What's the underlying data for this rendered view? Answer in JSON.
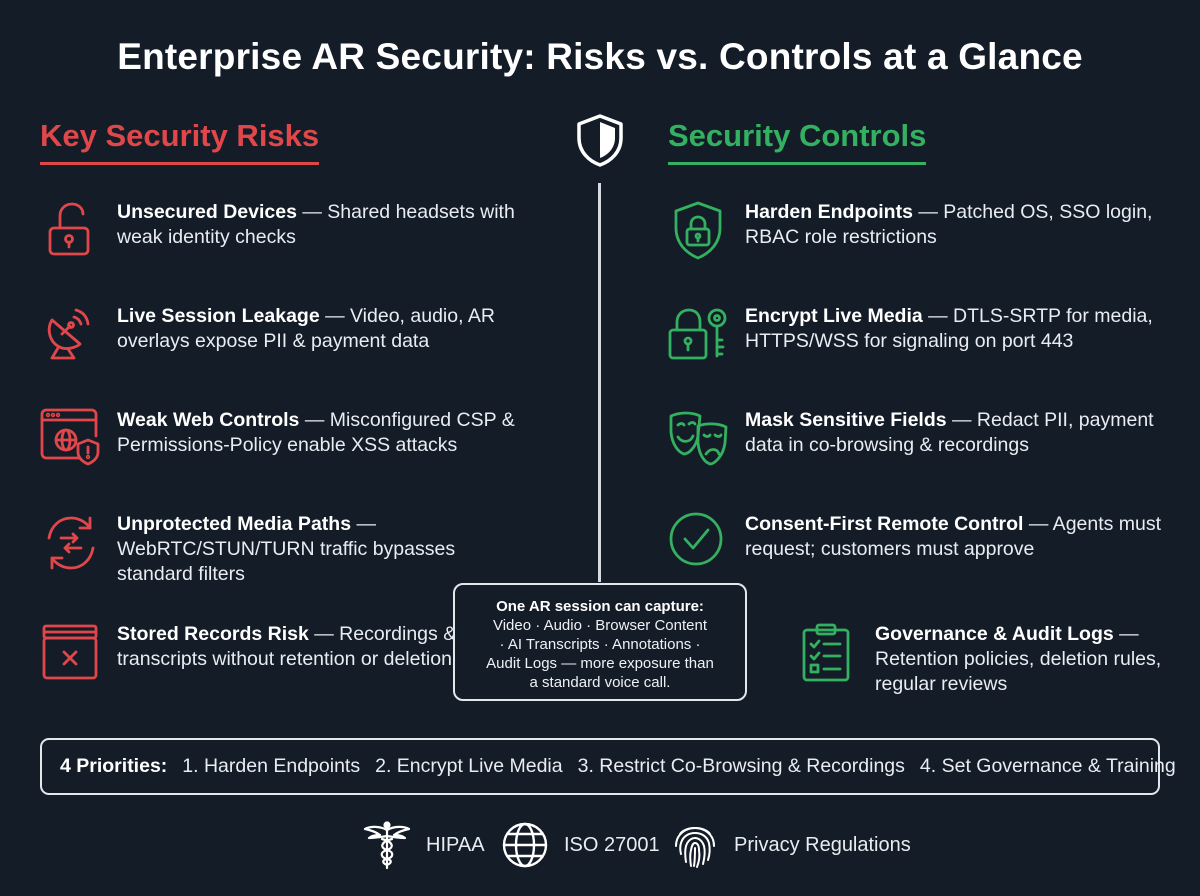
{
  "title": "Enterprise AR Security: Risks vs. Controls at a Glance",
  "risks": {
    "heading": "Key Security Risks",
    "color": "#e0474b",
    "items": [
      {
        "icon": "unlocked-padlock-icon",
        "title": "Unsecured Devices",
        "desc": " — Shared headsets with weak identity checks"
      },
      {
        "icon": "satellite-dish-icon",
        "title": "Live Session Leakage",
        "desc": " — Video, audio, AR overlays expose PII & payment data"
      },
      {
        "icon": "browser-globe-warning-icon",
        "title": "Weak Web Controls",
        "desc": " — Misconfigured CSP & Permissions-Policy enable XSS attacks"
      },
      {
        "icon": "sync-arrows-icon",
        "title": "Unprotected Media Paths",
        "desc": " — WebRTC/STUN/TURN traffic bypasses standard filters"
      },
      {
        "icon": "archive-box-x-icon",
        "title": "Stored Records Risk",
        "desc": " — Recordings & transcripts without retention or deletion rules"
      }
    ]
  },
  "controls": {
    "heading": "Security Controls",
    "color": "#34b061",
    "items": [
      {
        "icon": "shield-lock-icon",
        "title": "Harden Endpoints",
        "desc": " — Patched OS, SSO login, RBAC role restrictions"
      },
      {
        "icon": "lock-and-key-icon",
        "title": "Encrypt Live Media",
        "desc": " — DTLS-SRTP for media, HTTPS/WSS for signaling on port 443"
      },
      {
        "icon": "theater-masks-icon",
        "title": "Mask Sensitive Fields",
        "desc": " — Redact PII, payment data in co-browsing & recordings"
      },
      {
        "icon": "check-circle-icon",
        "title": "Consent-First Remote Control",
        "desc": " — Agents must request; customers must approve"
      },
      {
        "icon": "clipboard-checklist-icon",
        "title": "Governance & Audit Logs",
        "desc": " — Retention policies, deletion rules, regular reviews"
      }
    ]
  },
  "callout": {
    "title": "One AR session can capture:",
    "lines": [
      "Video · Audio · Browser Content",
      "· AI Transcripts · Annotations ·",
      "Audit Logs — more exposure than",
      "a standard voice call."
    ]
  },
  "priorities": {
    "label": "4 Priorities:",
    "items": [
      "1. Harden Endpoints",
      "2. Encrypt Live Media",
      "3. Restrict Co-Browsing & Recordings",
      "4. Set Governance & Training"
    ]
  },
  "compliance": [
    {
      "icon": "caduceus-icon",
      "label": "HIPAA"
    },
    {
      "icon": "globe-icon",
      "label": "ISO 27001"
    },
    {
      "icon": "fingerprint-icon",
      "label": "Privacy Regulations"
    }
  ]
}
